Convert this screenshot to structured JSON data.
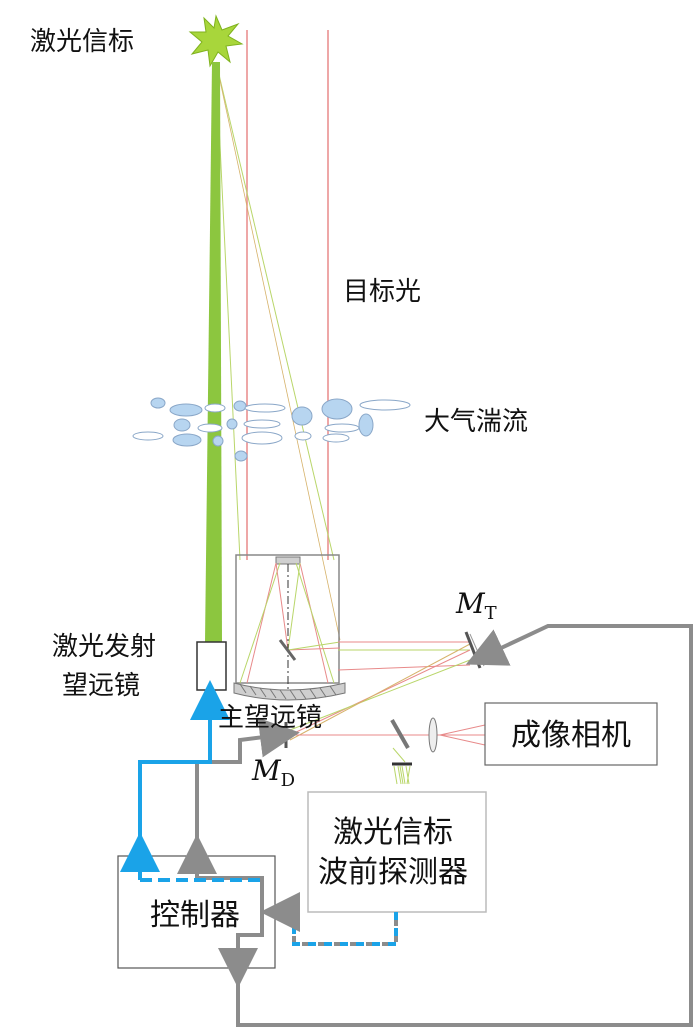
{
  "labels": {
    "beacon": "激光信标",
    "target_light": "目标光",
    "turbulence": "大气湍流",
    "tx_telescope_line1": "激光发射",
    "tx_telescope_line2": "望远镜",
    "main_telescope": "主望远镜",
    "camera": "成像相机",
    "wfs_line1": "激光信标",
    "wfs_line2": "波前探测器",
    "controller": "控制器"
  },
  "mirrors": {
    "mt_symbol": "M",
    "mt_sub": "T",
    "md_symbol": "M",
    "md_sub": "D"
  },
  "colors": {
    "laser_green": "#8cc63f",
    "target_red": "#e88a8a",
    "control_blue": "#1aa3e8",
    "control_gray": "#8c8c8c",
    "bubble_blue": "#9fc8ea"
  }
}
